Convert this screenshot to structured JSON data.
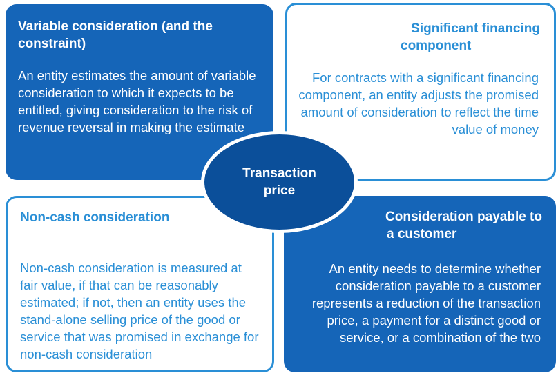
{
  "center": {
    "label": "Transaction price"
  },
  "boxes": {
    "variable": {
      "title": "Variable consideration (and the constraint)",
      "body": "An entity estimates the amount of variable consideration to which it expects to be entitled, giving consideration to the risk of revenue reversal in making the estimate"
    },
    "financing": {
      "title_line1": "Significant financing",
      "title_line2": "component",
      "body": "For contracts with a significant financing component, an entity adjusts the promised amount of consideration to reflect the time value of money"
    },
    "noncash": {
      "title": "Non-cash consideration",
      "body": "Non-cash consideration is measured at fair value, if that can be reasonably estimated; if not, then an entity uses the stand-alone selling price of the good or service that was promised in exchange for non-cash consideration"
    },
    "payable": {
      "title_line1": "Consideration payable to",
      "title_line2": "a customer",
      "body": "An entity needs to determine whether consideration payable to a customer represents a reduction of the transaction price, a payment for a distinct good or service, or a combination of the two"
    }
  },
  "colors": {
    "filled": "#1565b8",
    "outline": "#2a8fd6",
    "center": "#0b4f9a"
  }
}
